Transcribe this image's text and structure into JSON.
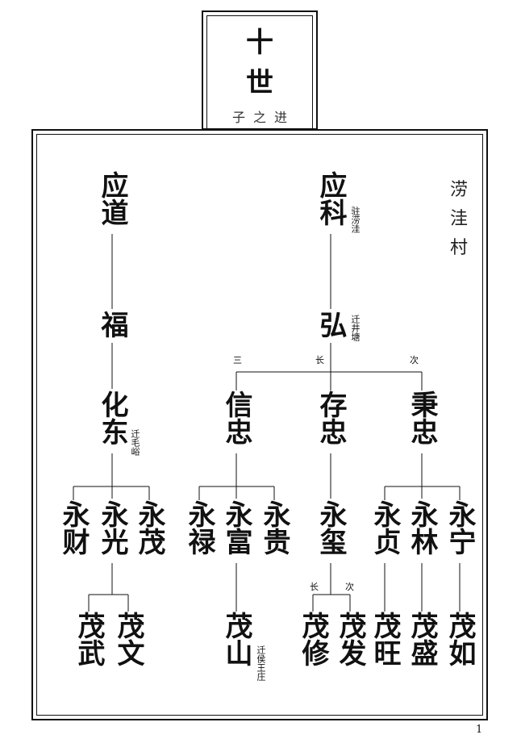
{
  "header": {
    "generation": "十世",
    "generation_chars": [
      "十",
      "世"
    ],
    "lineage": "子之进"
  },
  "village": "涝洼村",
  "village_chars": [
    "涝",
    "洼",
    "村"
  ],
  "people": {
    "yingdao": "应道",
    "yingke": "应科",
    "fu": "福",
    "hong": "弘",
    "huadong": "化东",
    "xinzhong": "信忠",
    "cunzhong": "存忠",
    "bingzhong": "秉忠",
    "yongcai": "永财",
    "yongguang": "永光",
    "yongmao": "永茂",
    "yonglu": "永禄",
    "yongfu": "永富",
    "yonggui": "永贵",
    "yongxi": "永玺",
    "yongzhen": "永贞",
    "yonglin": "永林",
    "yongning": "永宁",
    "maowu": "茂武",
    "maowen": "茂文",
    "maoshan": "茂山",
    "maoxiu": "茂修",
    "maofa": "茂发",
    "maowang": "茂旺",
    "maosheng": "茂盛",
    "maoru": "茂如"
  },
  "notes": {
    "yingke": "驻涝洼",
    "hong": "迁井塘",
    "huadong": "迁毛峪",
    "maoshan": "迁侯王庄"
  },
  "order_labels": {
    "third": "三",
    "eldest": "长",
    "second": "次",
    "eldest_b": "长",
    "second_b": "次"
  },
  "page_number": "1"
}
